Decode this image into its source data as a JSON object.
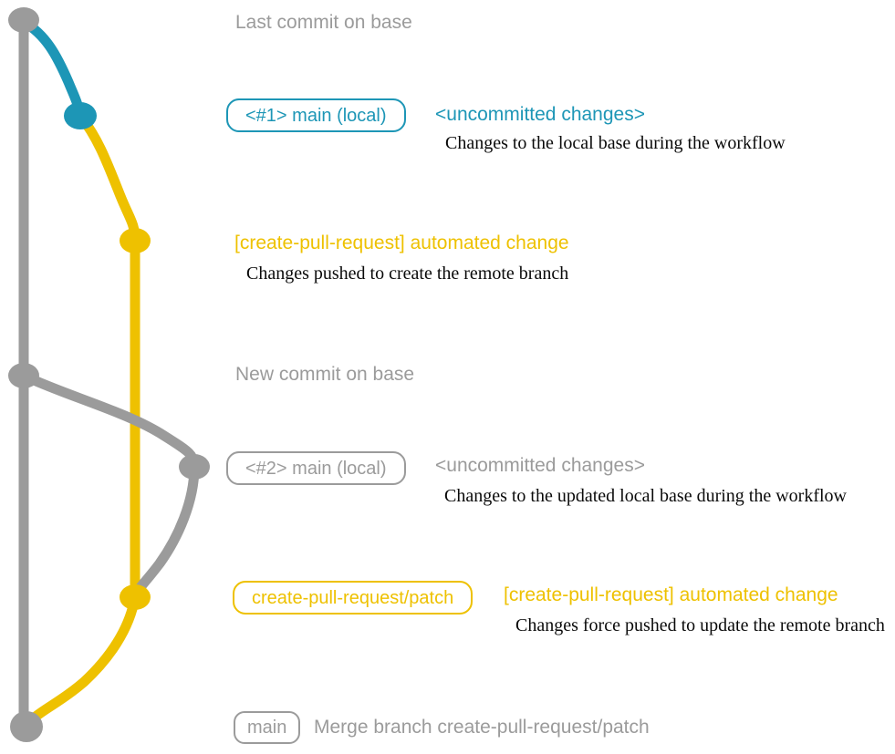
{
  "colors": {
    "gray": "#9b9b9b",
    "blue": "#1d96b6",
    "yellow": "#eec100",
    "ink": "#0a0a0a"
  },
  "labels": {
    "last_commit": "Last commit on base",
    "new_commit": "New commit on base",
    "merge_message": "Merge branch create-pull-request/patch"
  },
  "badges": {
    "main_local_1": "<#1> main (local)",
    "main_local_2": "<#2> main (local)",
    "patch_branch": "create-pull-request/patch",
    "main": "main"
  },
  "headings": {
    "uncommitted_1": "<uncommitted changes>",
    "automated_1": "[create-pull-request] automated change",
    "uncommitted_2": "<uncommitted changes>",
    "automated_2": "[create-pull-request] automated change"
  },
  "descriptions": {
    "local_base": "Changes to the local base during the workflow",
    "pushed_create": "Changes pushed to create the remote branch",
    "updated_local_base": "Changes to the updated local base during the workflow",
    "force_pushed": "Changes force pushed to update the remote branch"
  }
}
